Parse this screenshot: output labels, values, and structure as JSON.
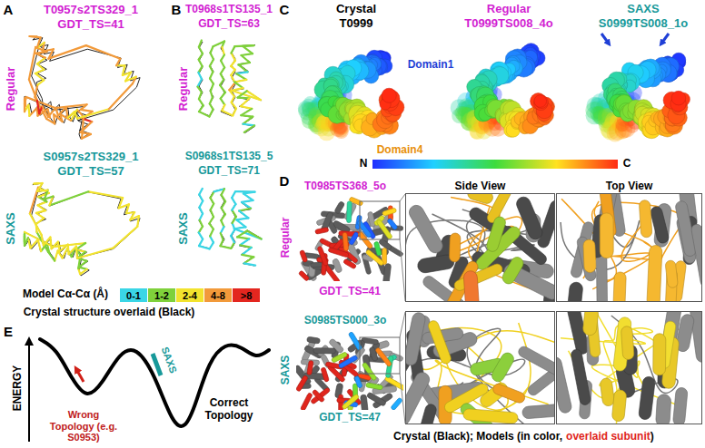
{
  "diagram": {
    "nodes": [
      {
        "text": [
          "Side View"
        ]
      },
      {
        "text": [
          "Top View"
        ]
      }
    ],
    "labels": [
      "A",
      "T0957s2TS329_1",
      "GDT_TS=41",
      "Regular",
      "S0957s2TS329_1",
      "GDT_TS=57",
      "SAXS",
      "B",
      "T0968s1TS135_1",
      "GDT_TS=63",
      "Regular",
      "S0968s1TS135_5",
      "GDT_TS=71",
      "SAXS",
      "Model Cα-Cα (Å)",
      "Crystal structure overlaid (Black)",
      "C",
      "Crystal",
      "T0999",
      "Regular",
      "T0999TS008_4o",
      "SAXS",
      "S0999TS008_1o",
      "Domain1",
      "Domain4",
      "N",
      "C",
      "D",
      "T0985TS368_5o",
      "Regular",
      "GDT_TS=41",
      "S0985TS000_3o",
      "SAXS",
      "GDT_TS=47",
      "Crystal (Black); Models (in color,",
      "overlaid subunit",
      ")",
      "E",
      "ENERGY",
      "Wrong Topology (e.g. S0953)",
      "Correct Topology",
      "SAXS"
    ],
    "legend": [
      {
        "text": "0-1",
        "color": "#3ad6e6"
      },
      {
        "text": "1-2",
        "color": "#7fd13b"
      },
      {
        "text": "2-4",
        "color": "#f2e32e"
      },
      {
        "text": "4-8",
        "color": "#f29a3a"
      },
      {
        "text": ">8",
        "color": "#e3261f"
      }
    ]
  }
}
